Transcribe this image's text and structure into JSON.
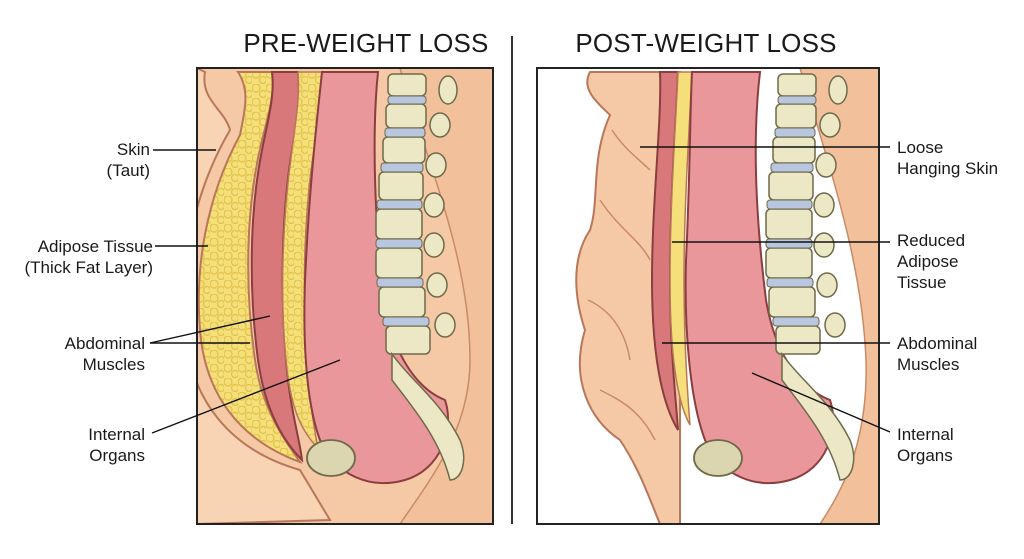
{
  "left_panel": {
    "title": "PRE-WEIGHT LOSS",
    "labels": {
      "skin_line1": "Skin",
      "skin_line2": "(Taut)",
      "adipose_line1": "Adipose Tissue",
      "adipose_line2": "(Thick Fat Layer)",
      "muscles_line1": "Abdominal",
      "muscles_line2": "Muscles",
      "organs_line1": "Internal",
      "organs_line2": "Organs"
    }
  },
  "right_panel": {
    "title": "POST-WEIGHT LOSS",
    "labels": {
      "skin_line1": "Loose",
      "skin_line2": "Hanging Skin",
      "adipose_line1": "Reduced",
      "adipose_line2": "Adipose",
      "adipose_line3": "Tissue",
      "muscles_line1": "Abdominal",
      "muscles_line2": "Muscles",
      "organs_line1": "Internal",
      "organs_line2": "Organs"
    }
  },
  "colors": {
    "skin": "#f6c9a6",
    "skin_outline": "#c98a66",
    "fat": "#f4df7a",
    "fat_dots": "#e8c94a",
    "muscle": "#d9787a",
    "organs": "#e9979a",
    "bone": "#ece8c6",
    "disc": "#b8c6e0",
    "outline": "#7a4a3a"
  }
}
